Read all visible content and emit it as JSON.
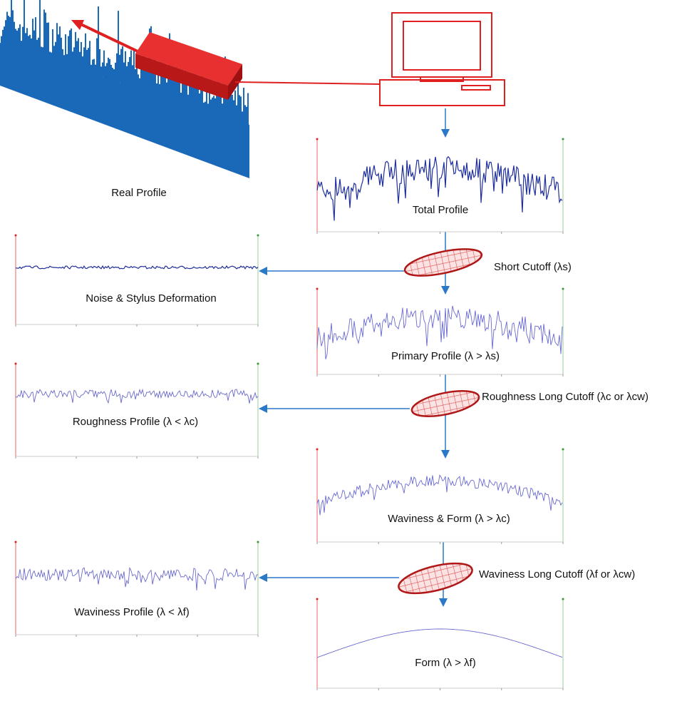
{
  "labels": {
    "real_profile": "Real Profile",
    "total_profile": "Total Profile",
    "short_cutoff": "Short Cutoff (λs)",
    "noise": "Noise & Stylus Deformation",
    "primary_profile": "Primary Profile (λ > λs)",
    "roughness_cutoff": "Roughness Long Cutoff (λc or λcw)",
    "roughness_profile": "Roughness Profile (λ < λc)",
    "waviness_form": "Waviness & Form (λ > λc)",
    "waviness_cutoff": "Waviness Long Cutoff (λf or λcw)",
    "waviness_profile": "Waviness Profile (λ < λf)",
    "form": "Form (λ > λf)"
  },
  "colors": {
    "signal": "#1f2f9a",
    "arrow": "#2a78c8",
    "filter": "#d43030",
    "computer": "#e02020",
    "surface": "#1a68b8"
  }
}
